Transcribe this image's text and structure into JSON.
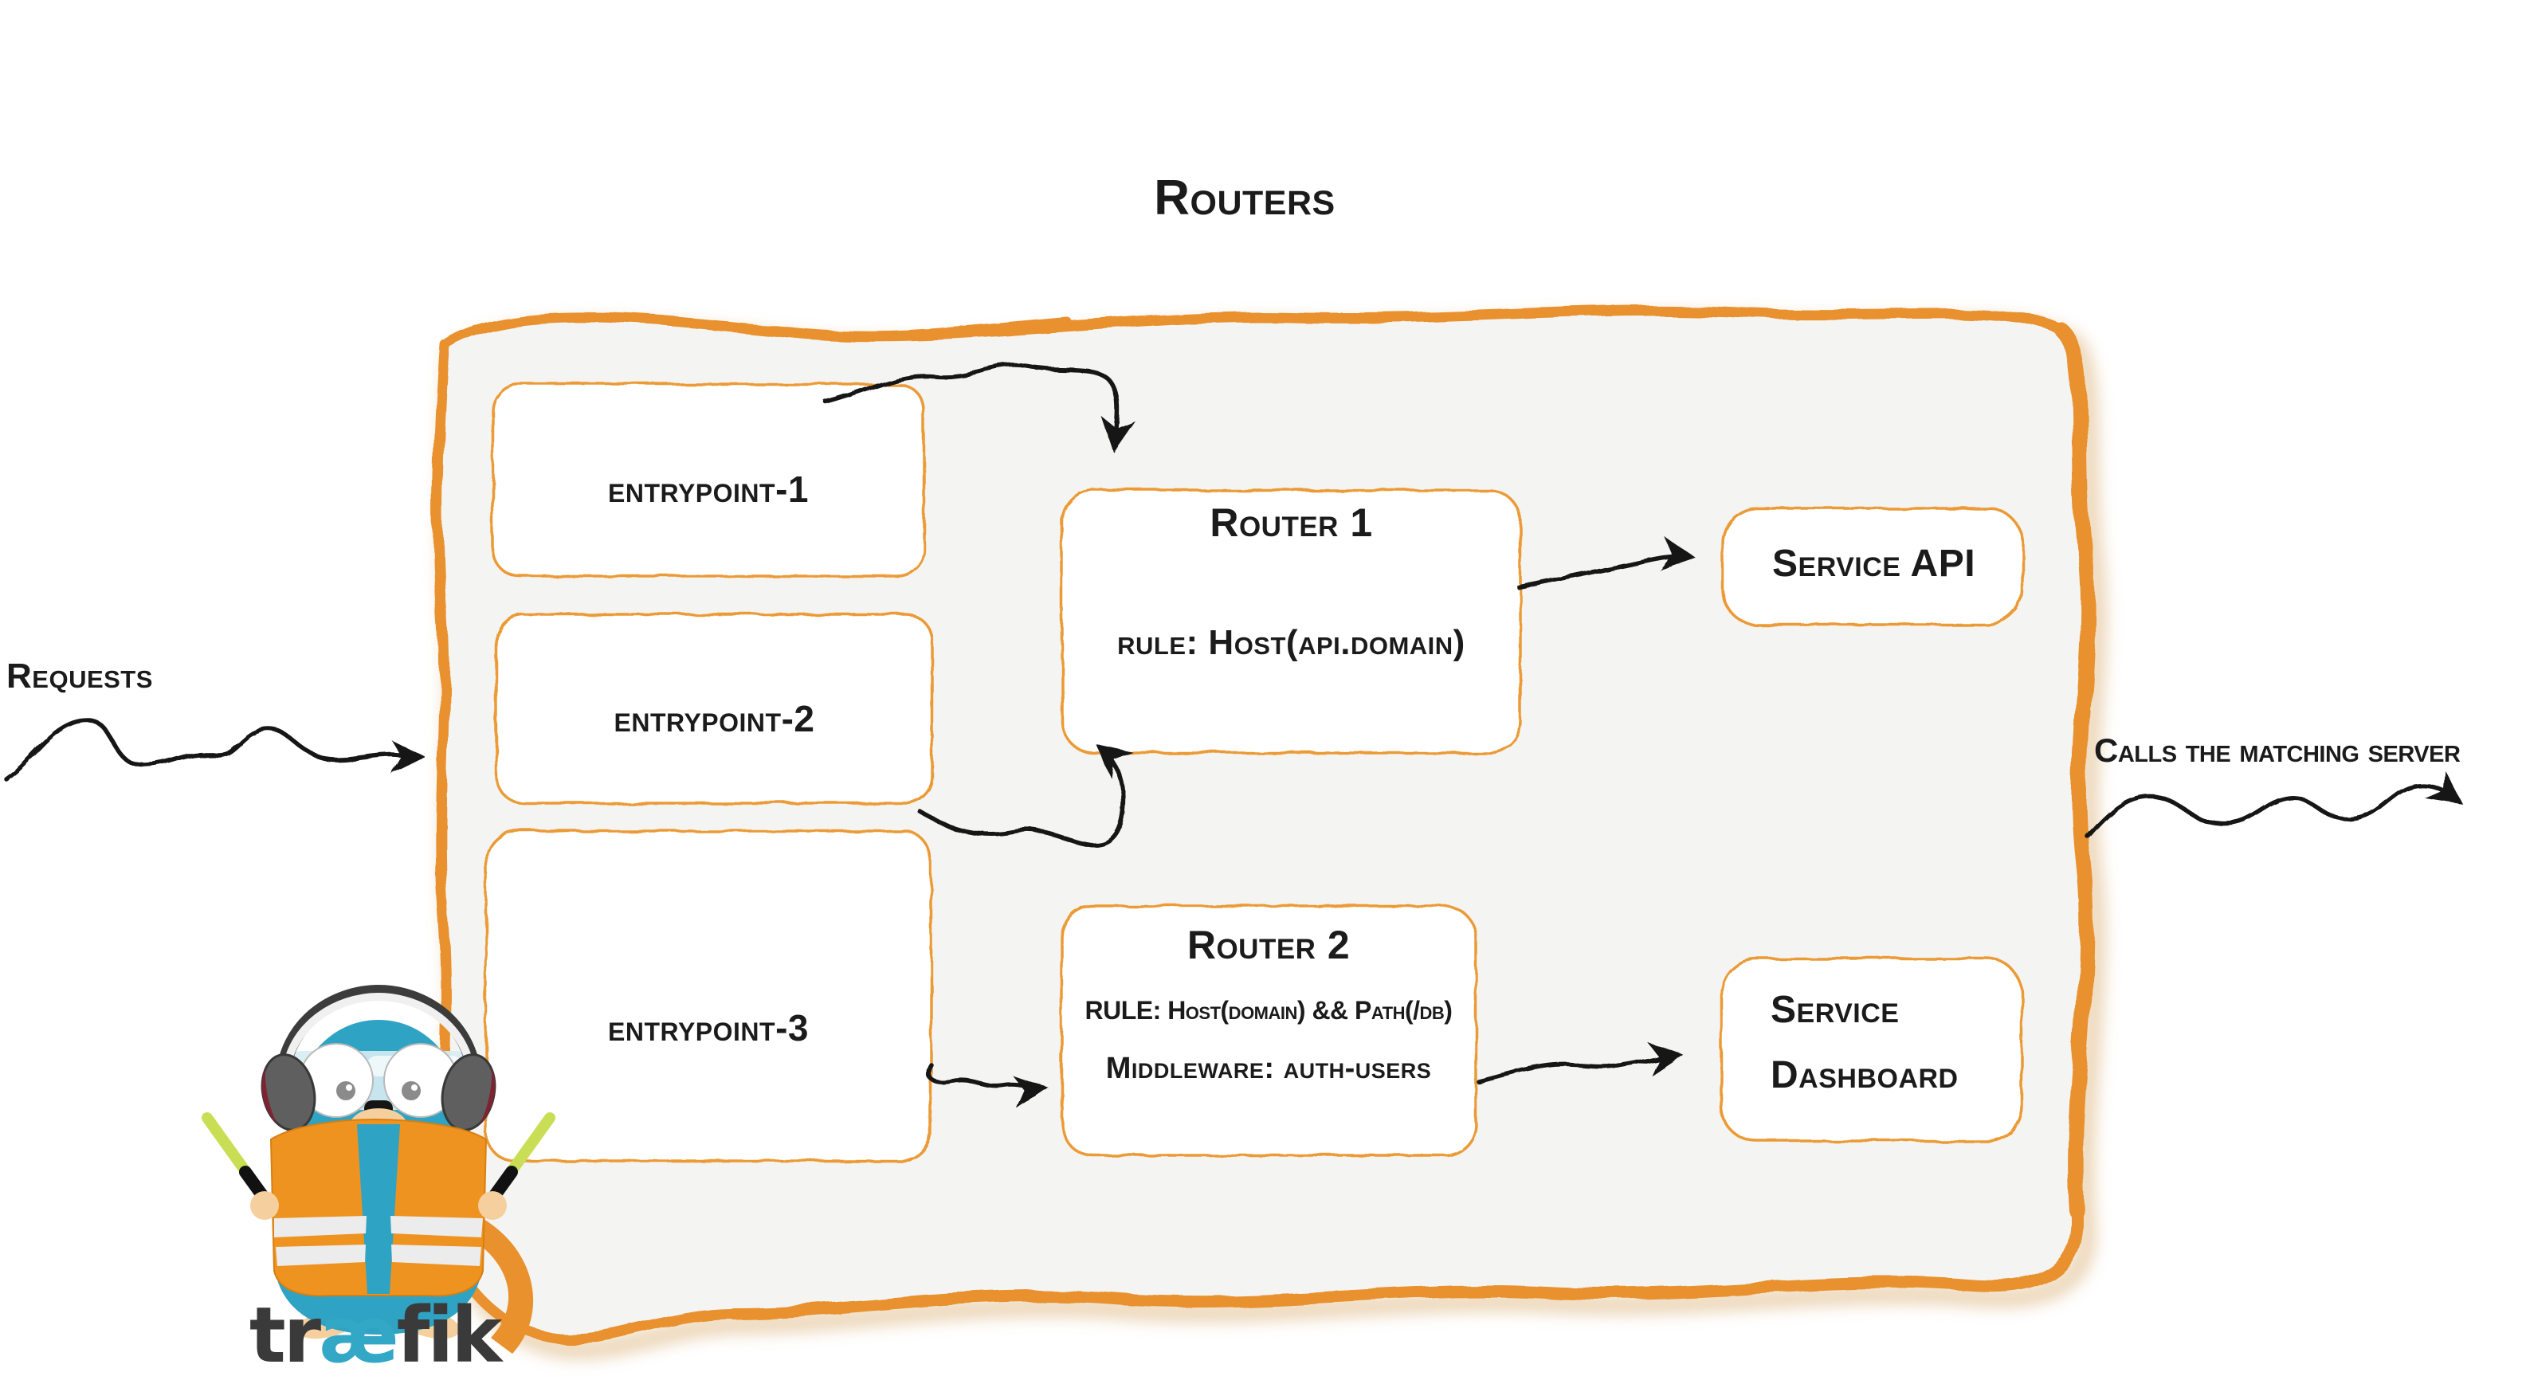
{
  "title": "Routers",
  "annotations": {
    "requests_label": "Requests",
    "calls_label": "Calls the matching server"
  },
  "entrypoints": [
    {
      "label": "entrypoint-1"
    },
    {
      "label": "entrypoint-2"
    },
    {
      "label": "entrypoint-3"
    }
  ],
  "routers": [
    {
      "title": "Router 1",
      "rule": "rule: Host(api.domain)"
    },
    {
      "title": "Router 2",
      "rule": "RULE: Host(domain) && Path(/db)",
      "middleware": "Middleware: auth-users"
    }
  ],
  "services": [
    {
      "label": "Service API"
    },
    {
      "label_line1": "Service",
      "label_line2": "Dashboard"
    }
  ],
  "logo": {
    "word_start": "tr",
    "word_mid": "æ",
    "word_end": "fik"
  },
  "colors": {
    "accent_orange": "#e8912d",
    "box_border": "#eb9a35",
    "container_fill": "#f4f4f3",
    "ink": "#1b1b1b",
    "arrow_black": "#161616",
    "shadow_tan": "#dcb37a",
    "logo_blue": "#33a7c6",
    "logo_gray": "#3a3a3a",
    "gopher_blue": "#2fa3c3",
    "vest_orange": "#ef9320",
    "baton_green": "#c9de55"
  }
}
